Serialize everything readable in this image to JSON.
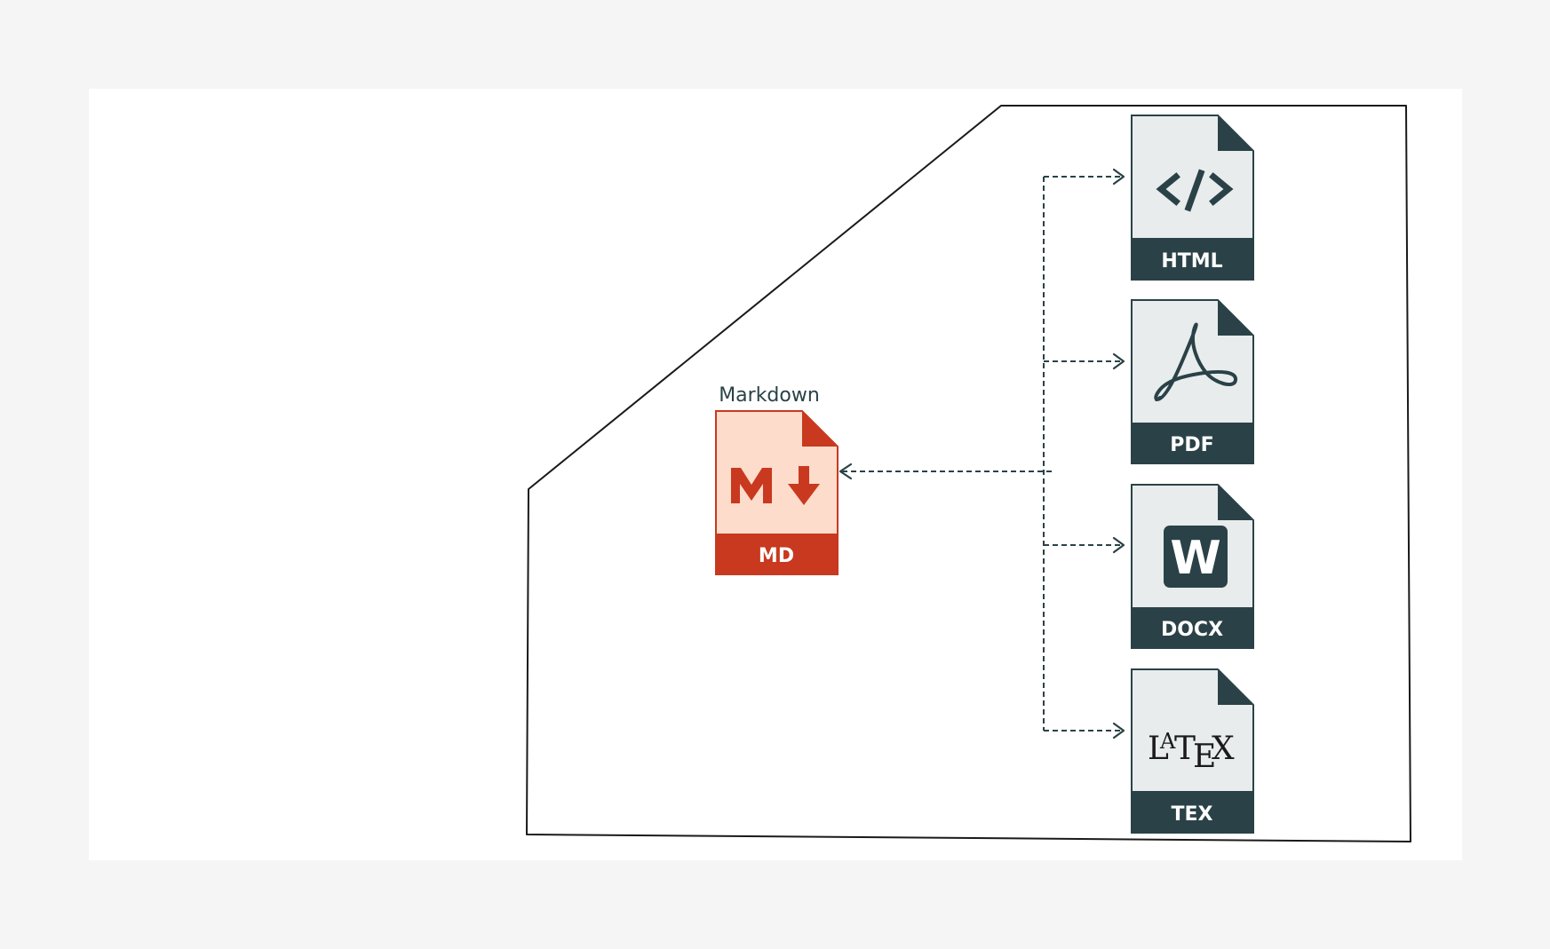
{
  "source": {
    "caption": "Markdown",
    "type_label": "MD",
    "colors": {
      "page": "#fddccb",
      "band": "#c8391f",
      "glyph": "#c8391f"
    },
    "icon": "markdown-icon"
  },
  "targets": [
    {
      "key": "html",
      "label": "HTML",
      "icon": "code-icon"
    },
    {
      "key": "pdf",
      "label": "PDF",
      "icon": "acrobat-icon"
    },
    {
      "key": "docx",
      "label": "DOCX",
      "icon": "word-icon",
      "glyph": "W"
    },
    {
      "key": "tex",
      "label": "TEX",
      "icon": "latex-icon"
    }
  ],
  "colors": {
    "target_page": "#e8ecec",
    "target_band": "#2a4247",
    "target_glyph": "#2a4247",
    "connector": "#2a4247",
    "outline": "#1a1a1a",
    "canvas": "#ffffff",
    "background": "#f5f5f5"
  }
}
